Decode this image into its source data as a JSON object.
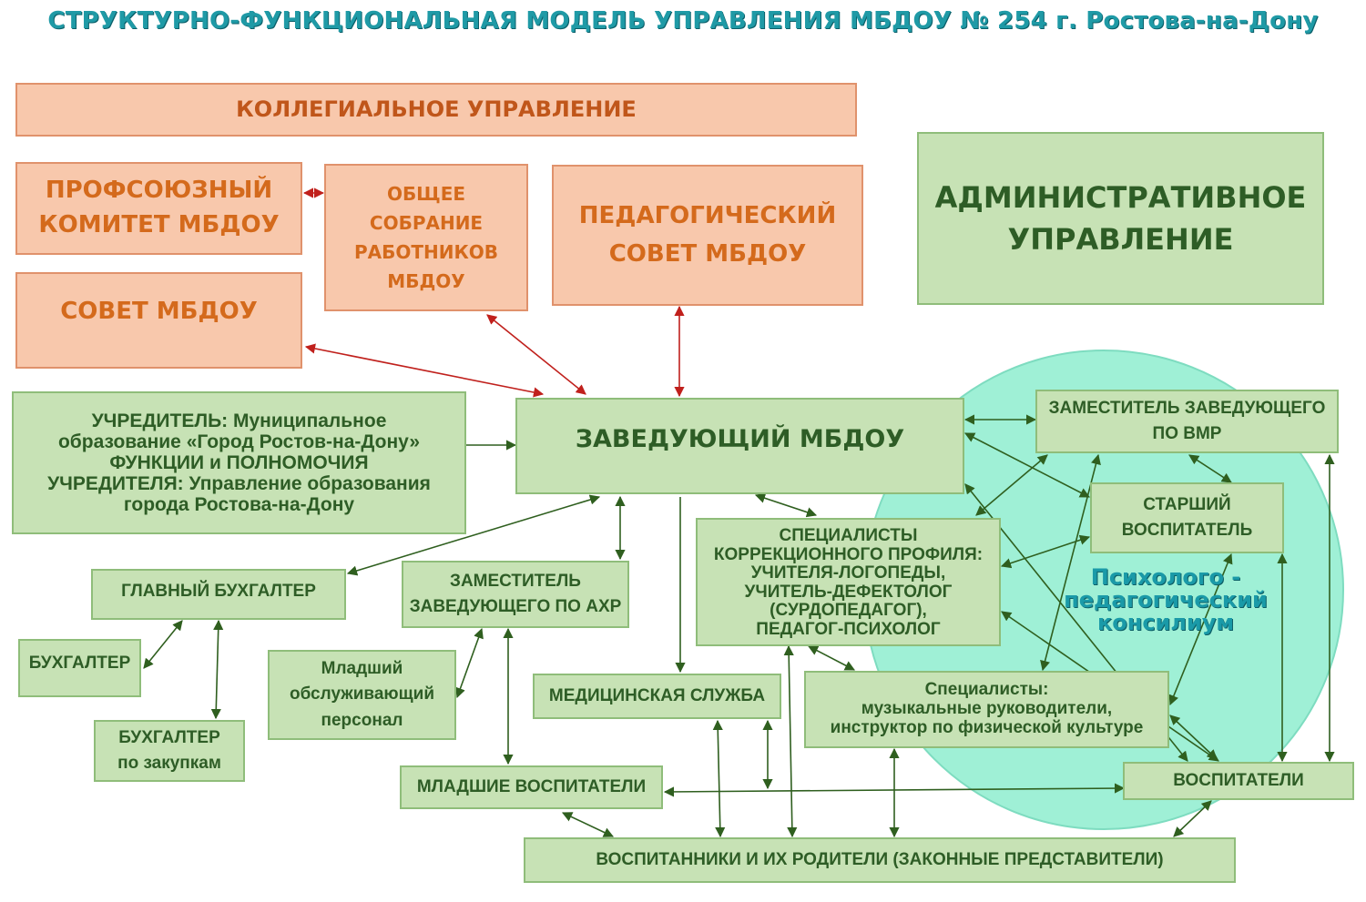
{
  "title": "СТРУКТУРНО-ФУНКЦИОНАЛЬНАЯ МОДЕЛЬ УПРАВЛЕНИЯ МБДОУ № 254 г. Ростова-на-Дону",
  "colors": {
    "peach_fill": "#f8c8ac",
    "peach_text": "#d46a1c",
    "green_fill": "#c7e2b5",
    "green_text": "#2e5d26",
    "arrow_red": "#c0201c",
    "arrow_green": "#2f5f1f",
    "consilium_fill": "#9ff0d6",
    "title_color": "#1f9aa6"
  },
  "boxes": {
    "collegial": "КОЛЛЕГИАЛЬНОЕ УПРАВЛЕНИЕ",
    "profcom": "ПРОФСОЮЗНЫЙ\nКОМИТЕТ МБДОУ",
    "general_meeting": "ОБЩЕЕ\nСОБРАНИЕ\nРАБОТНИКОВ\nМБДОУ",
    "ped_council": "ПЕДАГОГИЧЕСКИЙ\nСОВЕТ МБДОУ",
    "admin": "АДМИНИСТРАТИВНОЕ\nУПРАВЛЕНИЕ",
    "council": "СОВЕТ МБДОУ",
    "founder": "УЧРЕДИТЕЛЬ: Муниципальное\nобразование «Город Ростов-на-Дону»\nФУНКЦИИ и ПОЛНОМОЧИЯ\nУЧРЕДИТЕЛЯ: Управление образования\nгорода Ростова-на-Дону",
    "head": "ЗАВЕДУЮЩИЙ МБДОУ",
    "deputy_vmr": "ЗАМЕСТИТЕЛЬ ЗАВЕДУЮЩЕГО\nПО ВМР",
    "senior_educator": "СТАРШИЙ\nВОСПИТАТЕЛЬ",
    "chief_accountant": "ГЛАВНЫЙ БУХГАЛТЕР",
    "deputy_ahr": "ЗАМЕСТИТЕЛЬ\nЗАВЕДУЮЩЕГО ПО АХР",
    "correction_specialists": "СПЕЦИАЛИСТЫ\nКОРРЕКЦИОННОГО ПРОФИЛЯ:\nУЧИТЕЛЯ-ЛОГОПЕДЫ,\nУЧИТЕЛЬ-ДЕФЕКТОЛОГ\n(СУРДОПЕДАГОГ),\nПЕДАГОГ-ПСИХОЛОГ",
    "accountant": "БУХГАЛТЕР",
    "junior_staff": "Младший\nобслуживающий\nперсонал",
    "medical": "МЕДИЦИНСКАЯ СЛУЖБА",
    "other_specialists": "Специалисты:\nмузыкальные руководители,\nинструктор по физической культуре",
    "procurement_accountant": "БУХГАЛТЕР\nпо закупкам",
    "junior_educators": "МЛАДШИЕ ВОСПИТАТЕЛИ",
    "educators": "ВОСПИТАТЕЛИ",
    "pupils_parents": "ВОСПИТАННИКИ И ИХ РОДИТЕЛИ (ЗАКОННЫЕ ПРЕДСТАВИТЕЛИ)"
  },
  "consilium_label": "Психолого -\nпедагогический\nконсилиум"
}
